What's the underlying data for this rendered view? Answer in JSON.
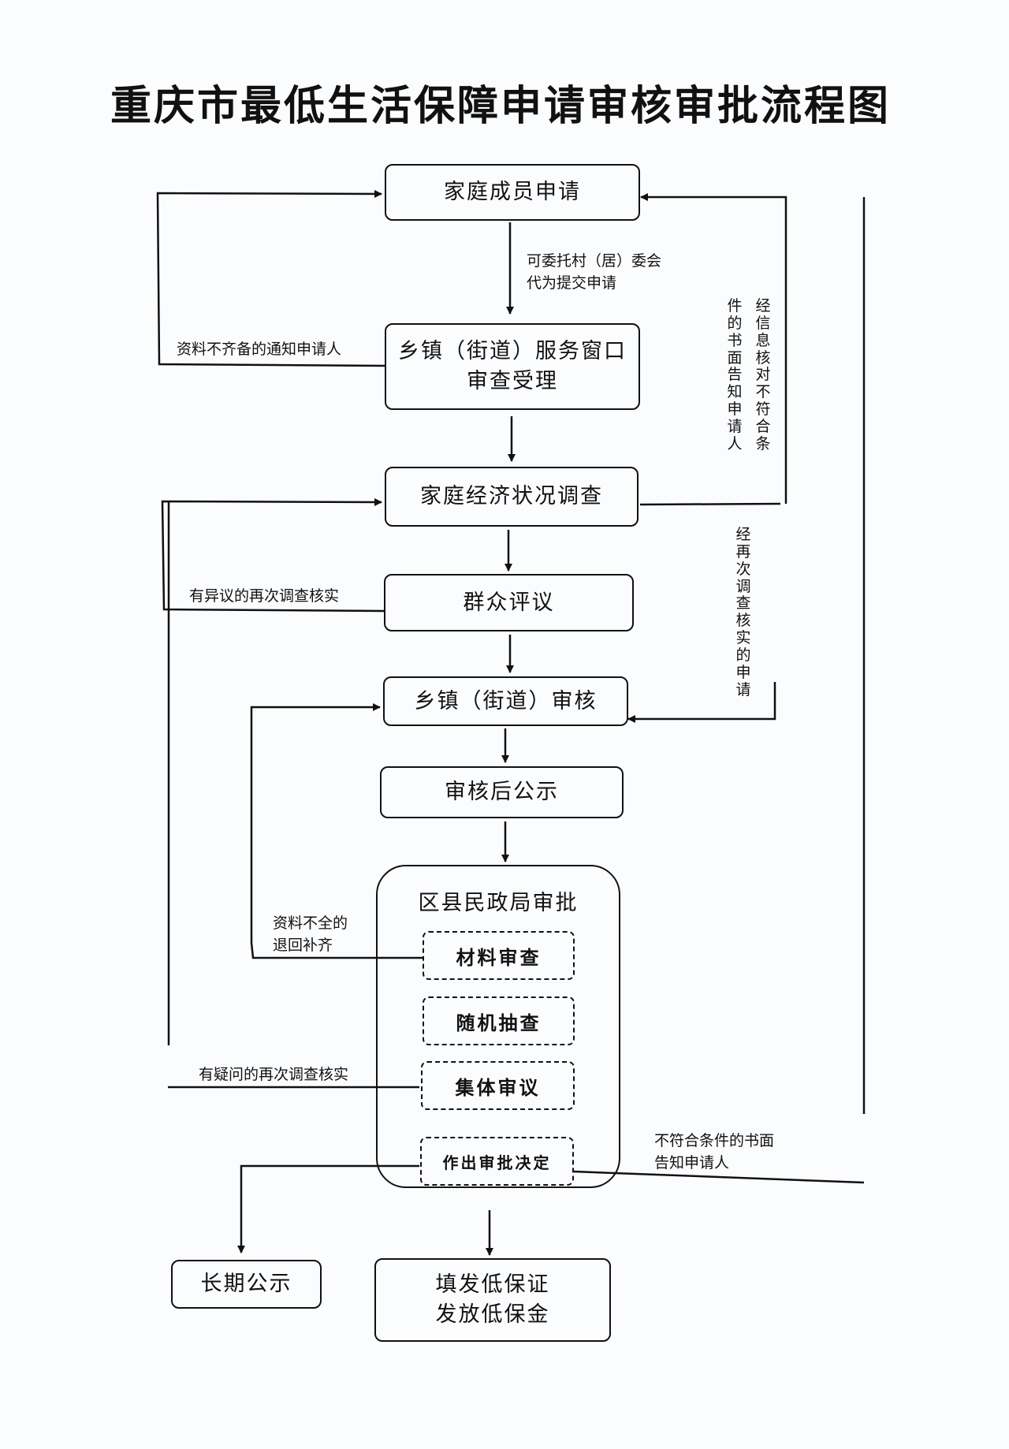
{
  "title": "重庆市最低生活保障申请审核审批流程图",
  "steps": {
    "family_apply": "家庭成员申请",
    "window_review_l1": "乡镇（街道）服务窗口",
    "window_review_l2": "审查受理",
    "economic_survey": "家庭经济状况调查",
    "public_review": "群众评议",
    "town_audit": "乡镇（街道）审核",
    "post_audit_notice": "审核后公示",
    "district_approval": "区县民政局审批",
    "sub_material_review": "材料审查",
    "sub_random_check": "随机抽查",
    "sub_collective_review": "集体审议",
    "sub_decision": "作出审批决定",
    "long_term_notice": "长期公示",
    "issue_l1": "填发低保证",
    "issue_l2": "发放低保金"
  },
  "notes": {
    "entrust_l1": "可委托村（居）委会",
    "entrust_l2": "代为提交申请",
    "incomplete_notify": "资料不齐备的通知申请人",
    "objection_resurvey": "有异议的再次调查核实",
    "incomplete_return_l1": "资料不全的",
    "incomplete_return_l2": "退回补齐",
    "doubt_resurvey": "有疑问的再次调查核实",
    "reject_written_l1": "不符合条件的书面",
    "reject_written_l2": "告知申请人",
    "info_check_col1": "经信息核对不符合条",
    "info_check_col2": "件的书面告知申请人",
    "resurvey_apply": "经再次调查核实的申请"
  }
}
